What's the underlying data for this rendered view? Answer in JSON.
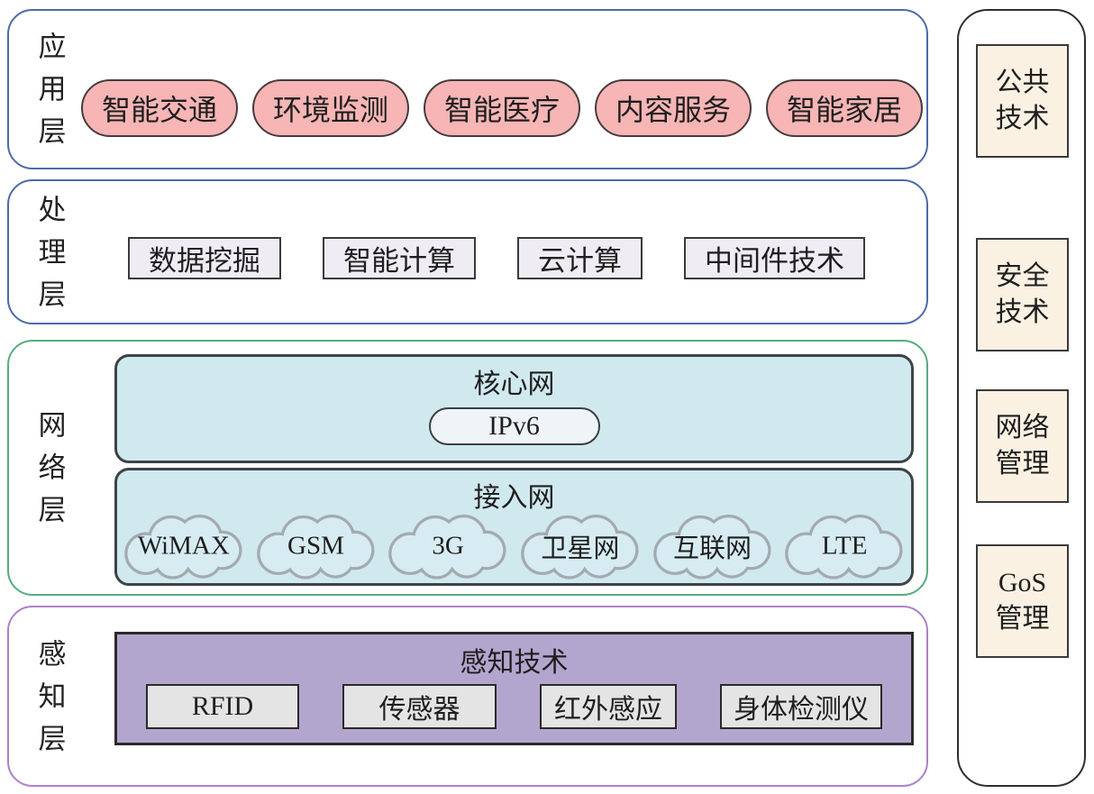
{
  "layers": {
    "application": {
      "label": "应用层",
      "items": [
        "智能交通",
        "环境监测",
        "智能医疗",
        "内容服务",
        "智能家居"
      ]
    },
    "processing": {
      "label": "处理层",
      "items": [
        "数据挖掘",
        "智能计算",
        "云计算",
        "中间件技术"
      ]
    },
    "network": {
      "label": "网络层",
      "core": {
        "title": "核心网",
        "item": "IPv6"
      },
      "access": {
        "title": "接入网",
        "items": [
          "WiMAX",
          "GSM",
          "3G",
          "卫星网",
          "互联网",
          "LTE"
        ]
      }
    },
    "perception": {
      "label": "感知层",
      "tech": {
        "title": "感知技术",
        "items": [
          "RFID",
          "传感器",
          "红外感应",
          "身体检测仪"
        ]
      }
    }
  },
  "sidebar": {
    "items": [
      "公共技术",
      "安全技术",
      "网络管理",
      "GoS管理"
    ]
  },
  "colors": {
    "app_pill": "#f7b5b5",
    "proc_box": "#f0ecf4",
    "net_box": "#d0e9ef",
    "cloud_fill": "#d6ecf2",
    "ipv6_fill": "#eef4f8",
    "perc_box": "#b3a6ce",
    "device_box": "#e4e4e4",
    "side_box": "#fbf1e3",
    "app_border": "#4d6aa8",
    "proc_border": "#4d6aa8",
    "net_border": "#58ac7e",
    "perc_border": "#ae80ca"
  }
}
